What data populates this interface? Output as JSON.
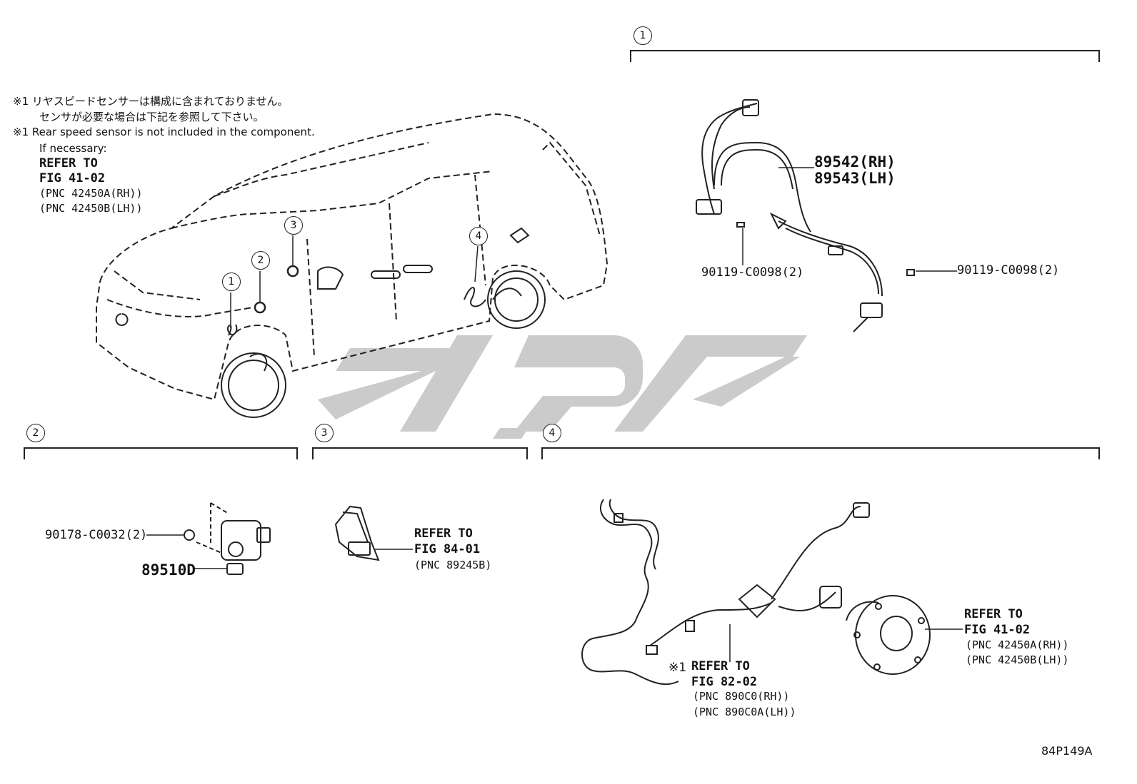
{
  "note": {
    "jp_line1": "※1 リヤスピードセンサーは構成に含まれておりません。",
    "jp_line2": "センサが必要な場合は下記を参照して下さい。",
    "en_line1": "※1 Rear speed sensor is not included in the component.",
    "en_line2": "If necessary:",
    "refer": "REFER TO",
    "fig": "FIG 41-02",
    "pnc_rh": "(PNC 42450A(RH))",
    "pnc_lh": "(PNC 42450B(LH))"
  },
  "callouts": [
    "1",
    "2",
    "3",
    "4"
  ],
  "section1": {
    "label": "1",
    "part_rh": "89542(RH)",
    "part_lh": "89543(LH)",
    "bolt_left": "90119-C0098(2)",
    "bolt_right": "90119-C0098(2)"
  },
  "section2": {
    "label": "2",
    "nut": "90178-C0032(2)",
    "part": "89510D"
  },
  "section3": {
    "label": "3",
    "refer": "REFER TO",
    "fig": "FIG 84-01",
    "pnc": "(PNC 89245B)"
  },
  "section4": {
    "label": "4",
    "mark": "※1",
    "refer": "REFER TO",
    "fig": "FIG 82-02",
    "pnc_rh": "(PNC 890C0(RH))",
    "pnc_lh": "(PNC 890C0A(LH))",
    "hub_refer": "REFER TO",
    "hub_fig": "FIG 41-02",
    "hub_pnc_rh": "(PNC 42450A(RH))",
    "hub_pnc_lh": "(PNC 42450B(LH))"
  },
  "diagram_code": "84P149A",
  "colors": {
    "line": "#222222",
    "watermark": "#c8c8c8"
  }
}
